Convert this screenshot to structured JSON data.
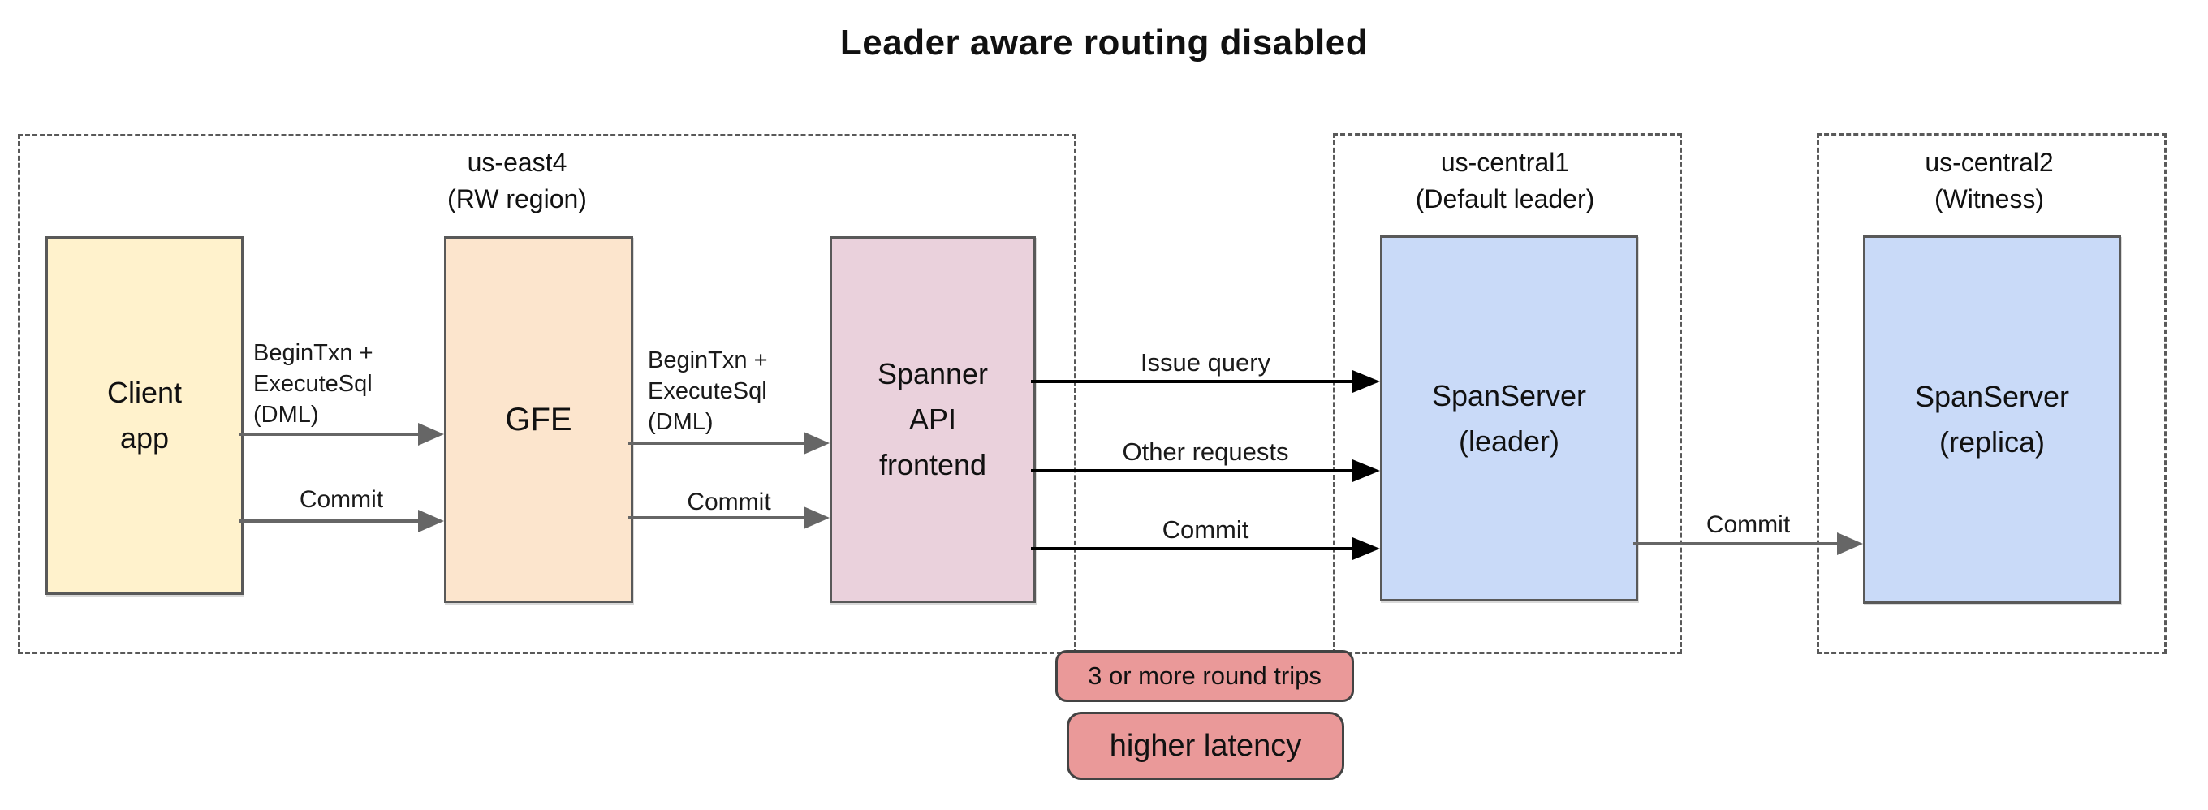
{
  "title": "Leader aware routing disabled",
  "regions": [
    {
      "name": "us-east4",
      "subtitle": "(RW region)"
    },
    {
      "name": "us-central1",
      "subtitle": "(Default leader)"
    },
    {
      "name": "us-central2",
      "subtitle": "(Witness)"
    }
  ],
  "nodes": [
    {
      "id": "client-app",
      "lines": [
        "Client",
        "app"
      ]
    },
    {
      "id": "gfe",
      "lines": [
        "GFE"
      ]
    },
    {
      "id": "spanner-api-frontend",
      "lines": [
        "Spanner",
        "API",
        "frontend"
      ]
    },
    {
      "id": "spanserver-leader",
      "lines": [
        "SpanServer",
        "(leader)"
      ]
    },
    {
      "id": "spanserver-replica",
      "lines": [
        "SpanServer",
        "(replica)"
      ]
    }
  ],
  "edge_labels": {
    "begin_txn_client_gfe": [
      "BeginTxn +",
      "ExecuteSql",
      "(DML)"
    ],
    "commit_client_gfe": "Commit",
    "begin_txn_gfe_frontend": [
      "BeginTxn +",
      "ExecuteSql",
      "(DML)"
    ],
    "commit_gfe_frontend": "Commit",
    "issue_query": "Issue query",
    "other_requests": "Other requests",
    "commit_frontend_leader": "Commit",
    "commit_leader_replica": "Commit"
  },
  "badges": [
    {
      "label": "3 or more round trips"
    },
    {
      "label": "higher latency"
    }
  ],
  "colors": {
    "client_app_fill": "#fff2cc",
    "gfe_fill": "#fce5cd",
    "spanner_frontend_fill": "#ead1dc",
    "spanserver_fill": "#c9daf8",
    "badge_fill": "#ea9999",
    "badge_border": "#434343",
    "box_border": "#595959",
    "region_border_dashed": "#595959",
    "arrow_gray": "#666666",
    "arrow_black": "#000000",
    "text": "#111111"
  }
}
